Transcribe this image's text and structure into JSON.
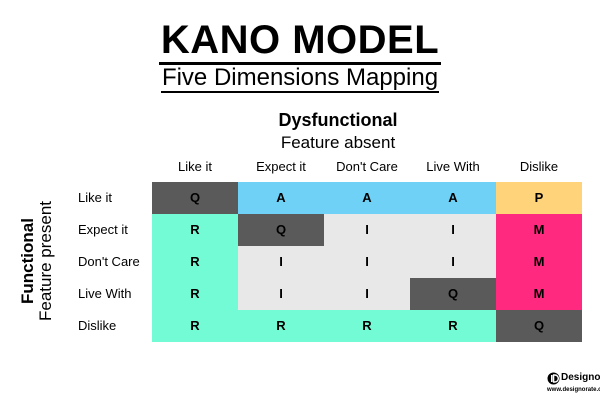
{
  "title": "KANO MODEL",
  "subtitle": "Five Dimensions Mapping",
  "dysfunctional": {
    "title": "Dysfunctional",
    "subtitle": "Feature absent"
  },
  "functional": {
    "title": "Functional",
    "subtitle": "Feature present"
  },
  "columns": [
    "Like it",
    "Expect it",
    "Don't Care",
    "Live With",
    "Dislike"
  ],
  "rows": [
    "Like it",
    "Expect it",
    "Don't Care",
    "Live With",
    "Dislike"
  ],
  "grid": [
    [
      "Q",
      "A",
      "A",
      "A",
      "P"
    ],
    [
      "R",
      "Q",
      "I",
      "I",
      "M"
    ],
    [
      "R",
      "I",
      "I",
      "I",
      "M"
    ],
    [
      "R",
      "I",
      "I",
      "Q",
      "M"
    ],
    [
      "R",
      "R",
      "R",
      "R",
      "Q"
    ]
  ],
  "colors": {
    "Q": "#5a5a5a",
    "A": "#6fd1f6",
    "P": "#ffd37a",
    "R": "#73fbd6",
    "I": "#e8e8e8",
    "M": "#ff2a7f"
  },
  "logo": {
    "name": "Designorate",
    "url": "www.designorate.com"
  }
}
